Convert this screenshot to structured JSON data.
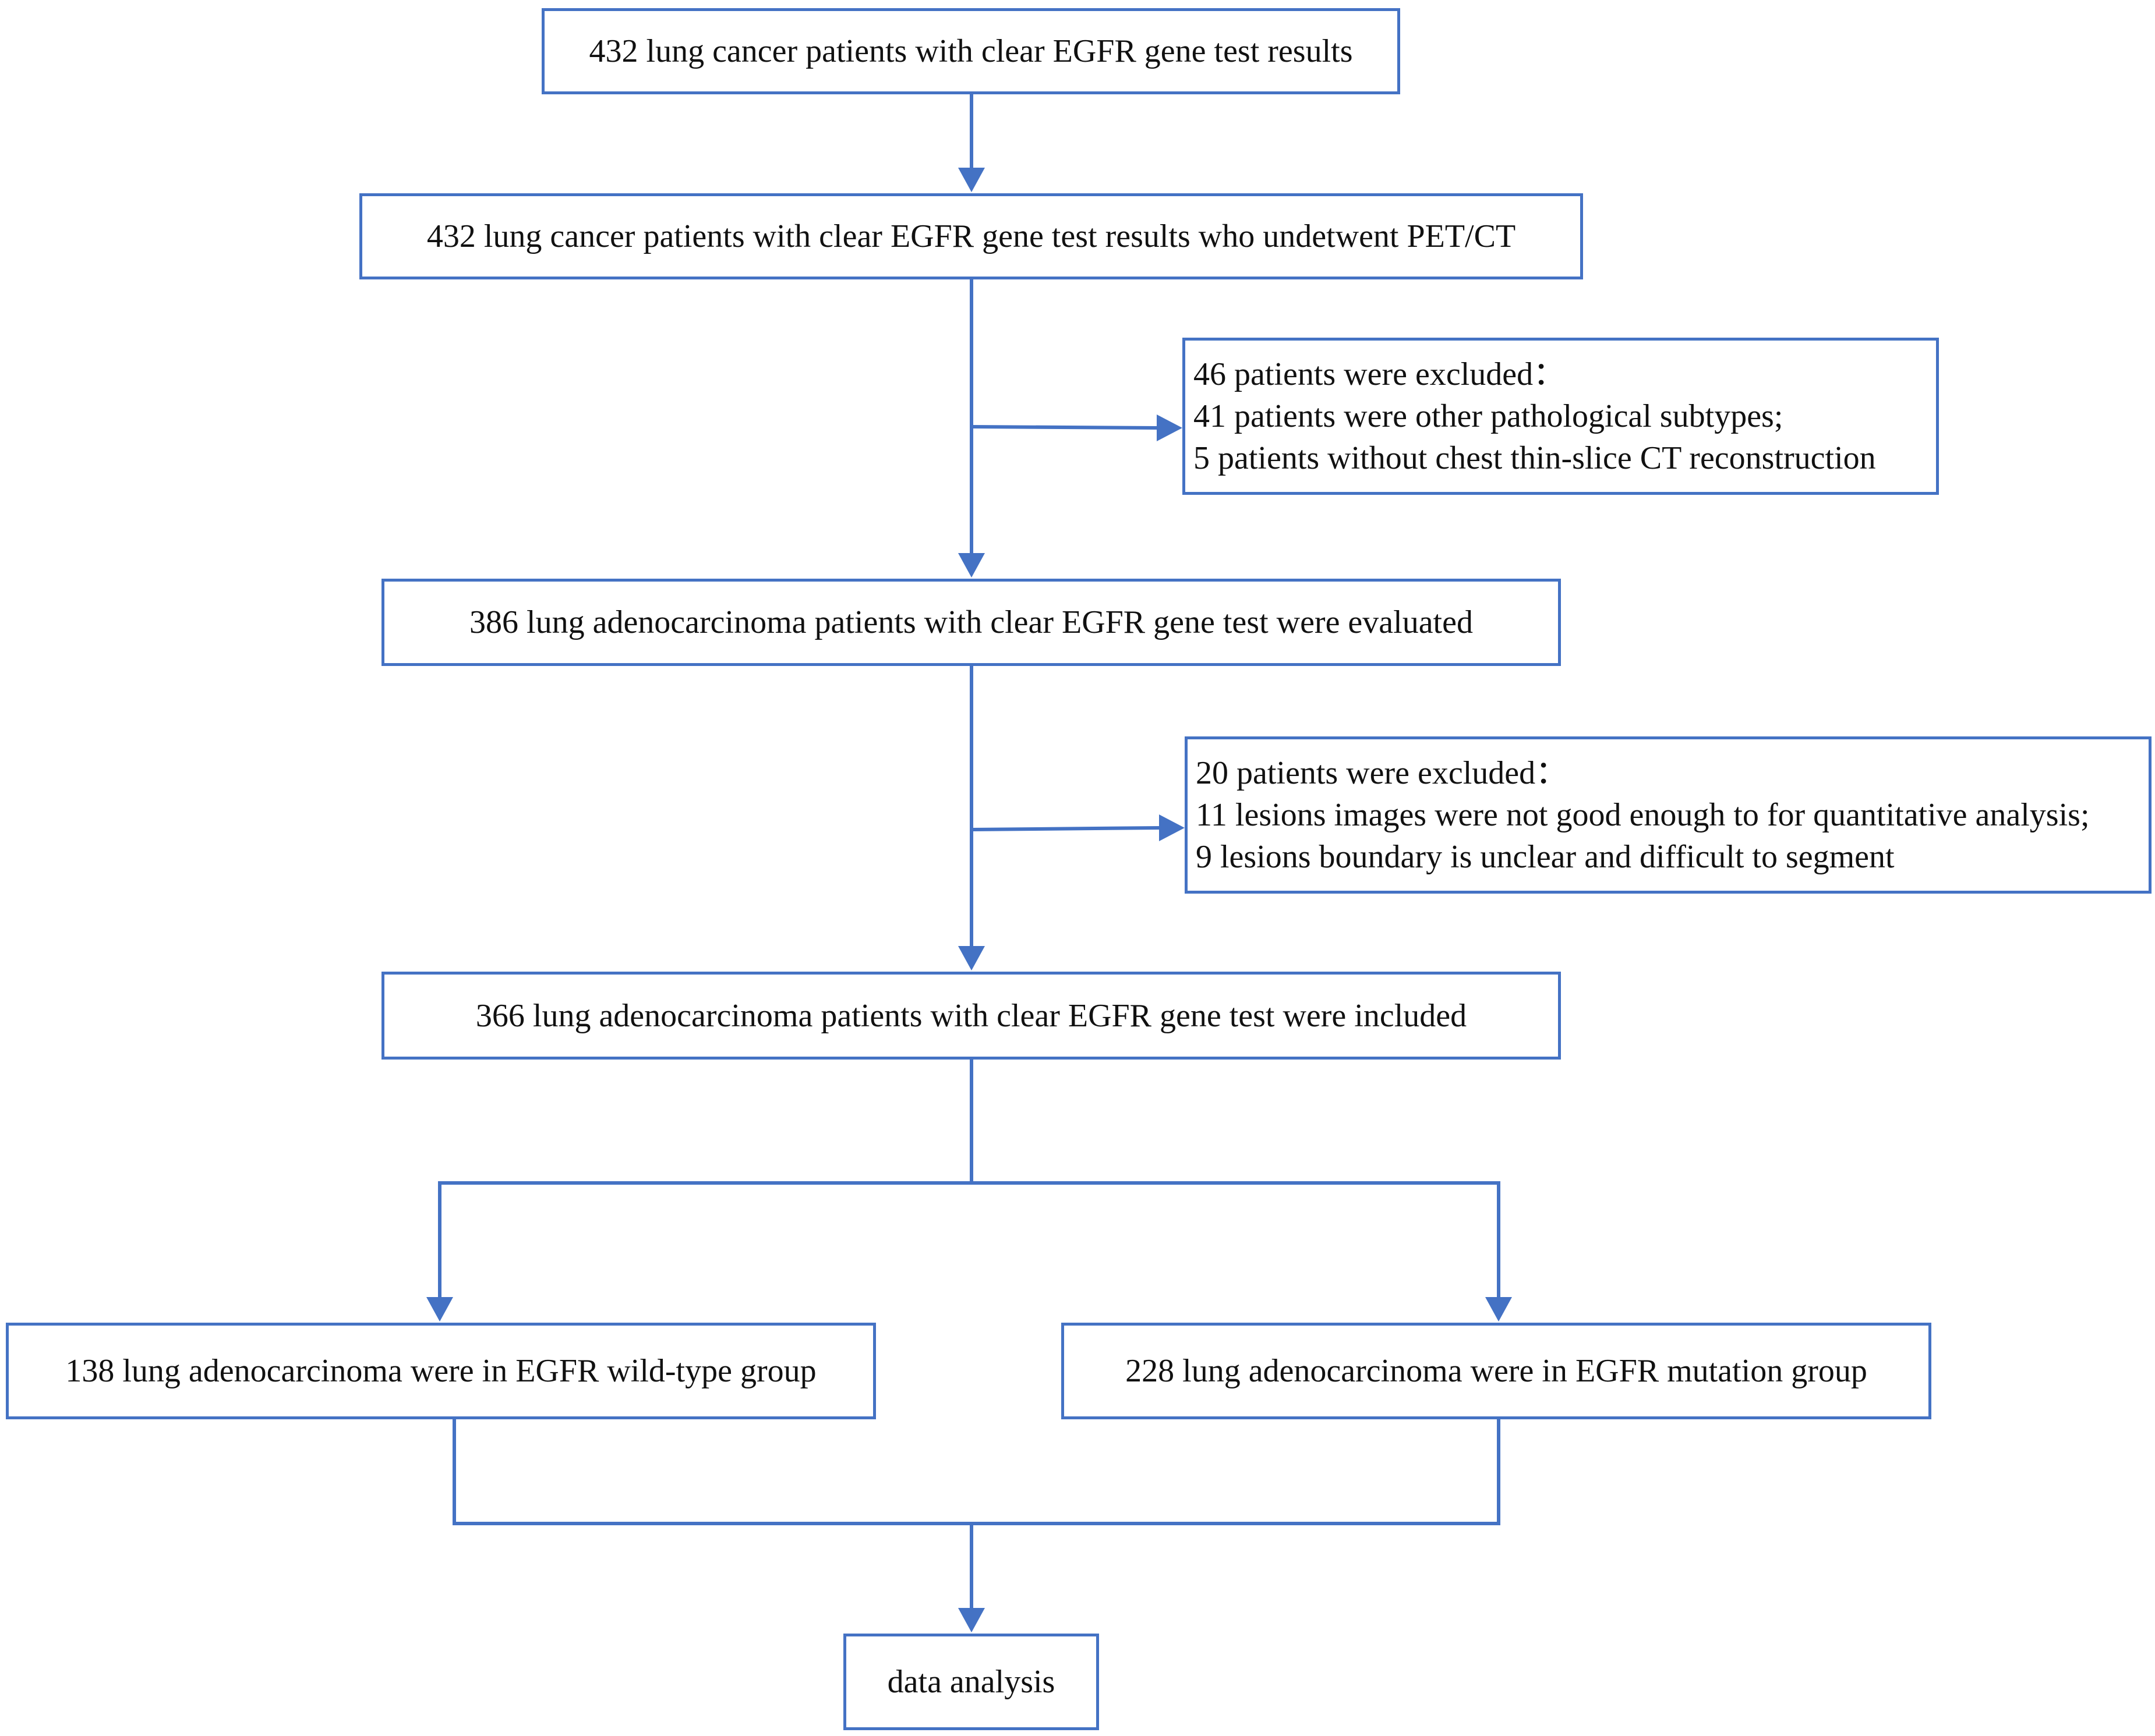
{
  "flowchart": {
    "box1": "432 lung cancer patients with clear EGFR gene test results",
    "box2": "432  lung cancer patients with clear EGFR gene test results who undetwent PET/CT",
    "exclusion1": {
      "line1": "46 patients were excluded：",
      "line2": "41 patients were other pathological subtypes;",
      "line3": "5   patients without chest thin-slice CT reconstruction"
    },
    "box3": "386 lung adenocarcinoma patients with clear EGFR gene test were evaluated",
    "exclusion2": {
      "line1": "20 patients were excluded：",
      "line2": "11 lesions images were not good enough to for quantitative analysis;",
      "line3": "9   lesions boundary is unclear and difficult to segment"
    },
    "box4": "366 lung adenocarcinoma patients with clear EGFR gene test were included",
    "box5_left": "138 lung adenocarcinoma  were in EGFR wild-type group",
    "box5_right": "228 lung adenocarcinoma were in EGFR mutation group",
    "box6": "data analysis"
  },
  "colors": {
    "line": "#4472C4",
    "box_border": "#4472C4",
    "text": "#111111"
  }
}
